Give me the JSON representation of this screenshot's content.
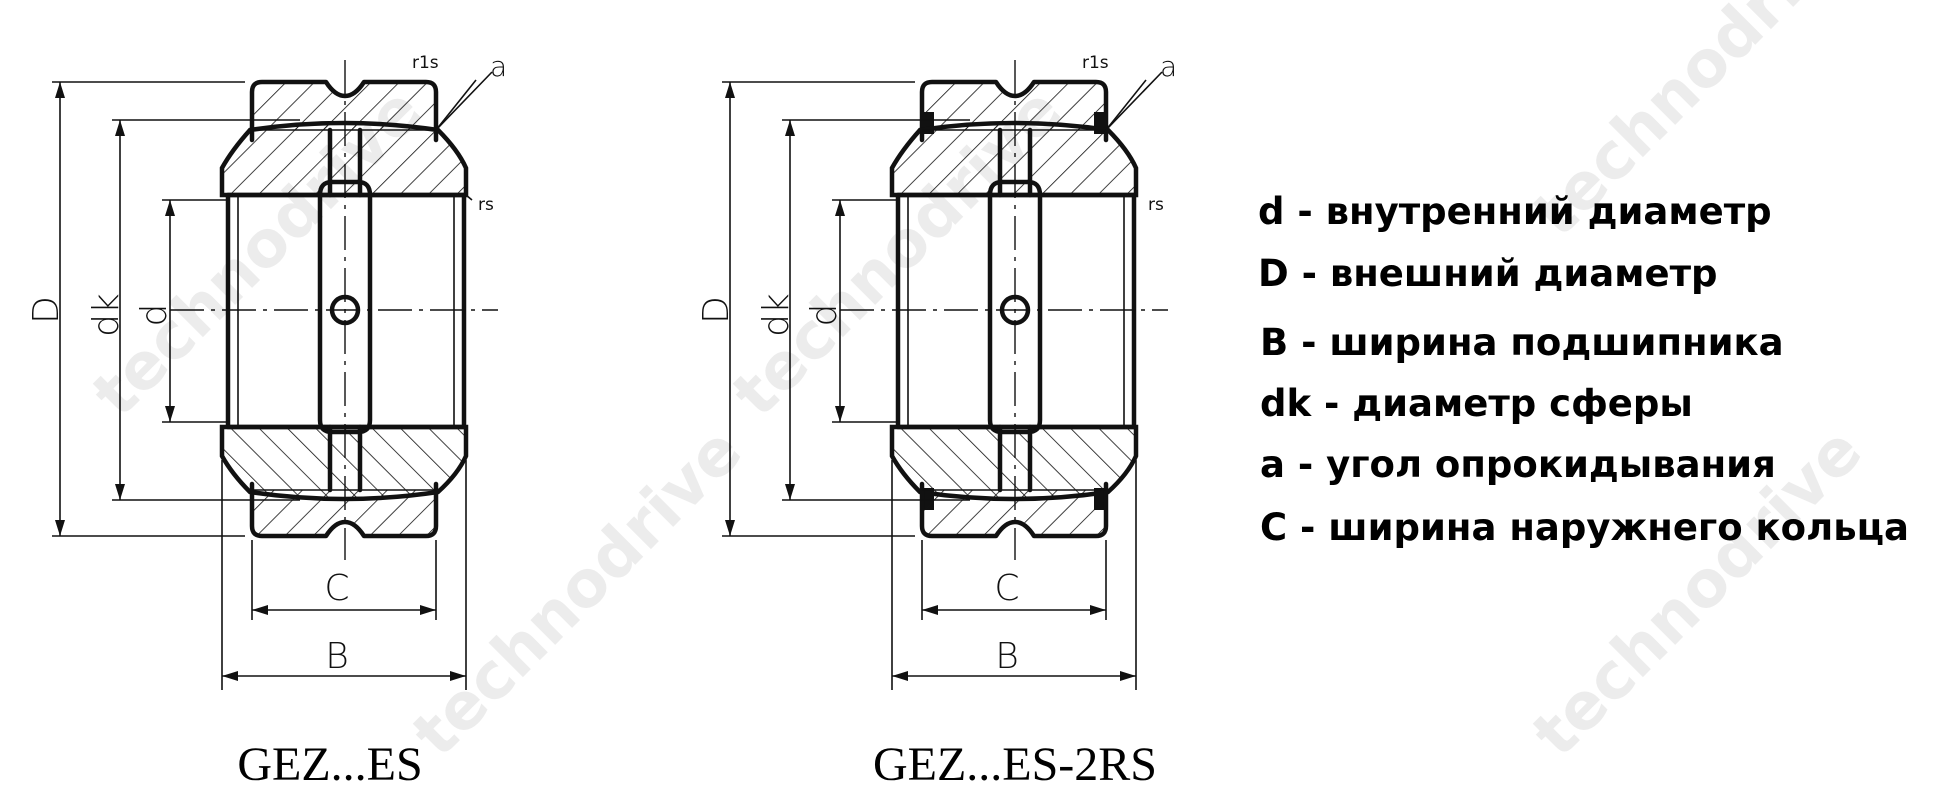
{
  "drawings": [
    {
      "model": "GEZ...ES",
      "labels": {
        "D": "D",
        "dk": "dk",
        "d": "d",
        "C": "C",
        "B": "B",
        "r1s": "r1s",
        "rs": "rs",
        "a": "a"
      }
    },
    {
      "model": "GEZ...ES-2RS",
      "labels": {
        "D": "D",
        "dk": "dk",
        "d": "d",
        "C": "C",
        "B": "B",
        "r1s": "r1s",
        "rs": "rs",
        "a": "a"
      }
    }
  ],
  "legend": [
    "d - внутренний диаметр",
    "D - внешний диаметр",
    "B - ширина подшипника",
    "dk - диаметр сферы",
    "a - угол опрокидывания",
    "C - ширина наружнего кольца"
  ],
  "watermark": "technodrive"
}
